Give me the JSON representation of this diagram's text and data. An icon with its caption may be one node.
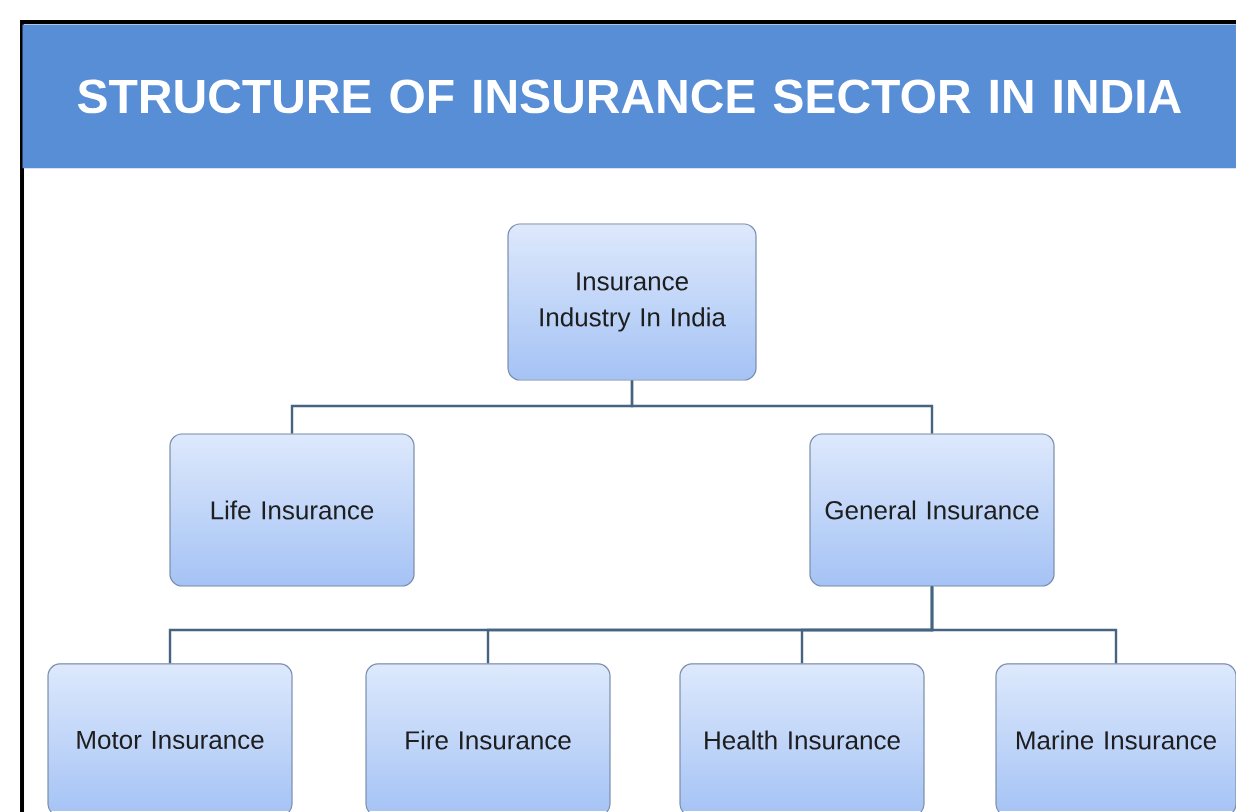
{
  "diagram": {
    "title": "STRUCTURE OF INSURANCE SECTOR IN INDIA",
    "nodes": [
      {
        "text": [
          "Insurance Industry In India"
        ]
      },
      {
        "text": [
          "Life Insurance"
        ]
      },
      {
        "text": [
          "General Insurance"
        ]
      },
      {
        "text": [
          "Motor Insurance"
        ]
      },
      {
        "text": [
          "Fire Insurance"
        ]
      },
      {
        "text": [
          "Health Insurance"
        ]
      },
      {
        "text": [
          "Marine Insurance"
        ]
      }
    ],
    "edges": [
      {
        "from": 0,
        "to": 1,
        "arrow": "none"
      },
      {
        "from": 0,
        "to": 2,
        "arrow": "none"
      },
      {
        "from": 2,
        "to": 3,
        "arrow": "none"
      },
      {
        "from": 2,
        "to": 4,
        "arrow": "none"
      },
      {
        "from": 2,
        "to": 5,
        "arrow": "none"
      },
      {
        "from": 2,
        "to": 6,
        "arrow": "none"
      }
    ]
  }
}
